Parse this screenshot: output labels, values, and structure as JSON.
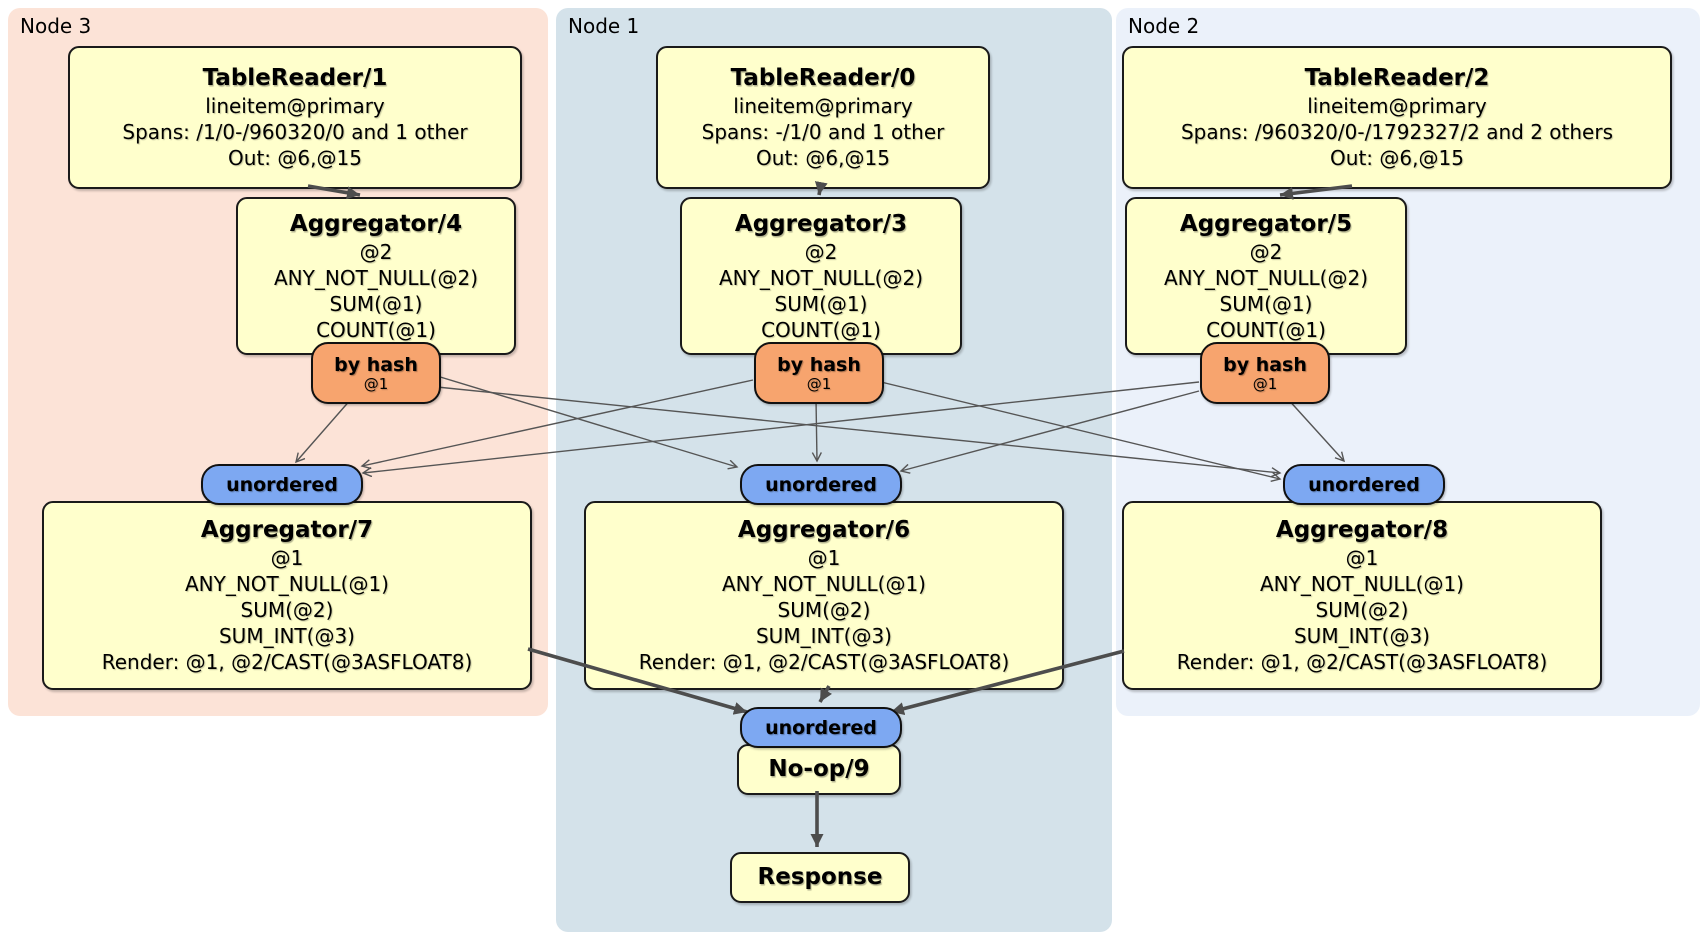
{
  "regions": {
    "node3": {
      "label": "Node 3"
    },
    "node1": {
      "label": "Node 1"
    },
    "node2": {
      "label": "Node 2"
    }
  },
  "processors": {
    "tablereader1": {
      "title": "TableReader/1",
      "lines": [
        "lineitem@primary",
        "Spans: /1/0-/960320/0 and 1 other",
        "Out: @6,@15"
      ]
    },
    "tablereader0": {
      "title": "TableReader/0",
      "lines": [
        "lineitem@primary",
        "Spans: -/1/0 and 1 other",
        "Out: @6,@15"
      ]
    },
    "tablereader2": {
      "title": "TableReader/2",
      "lines": [
        "lineitem@primary",
        "Spans: /960320/0-/1792327/2 and 2 others",
        "Out: @6,@15"
      ]
    },
    "aggregator4": {
      "title": "Aggregator/4",
      "lines": [
        "@2",
        "ANY_NOT_NULL(@2)",
        "SUM(@1)",
        "COUNT(@1)"
      ]
    },
    "aggregator3": {
      "title": "Aggregator/3",
      "lines": [
        "@2",
        "ANY_NOT_NULL(@2)",
        "SUM(@1)",
        "COUNT(@1)"
      ]
    },
    "aggregator5": {
      "title": "Aggregator/5",
      "lines": [
        "@2",
        "ANY_NOT_NULL(@2)",
        "SUM(@1)",
        "COUNT(@1)"
      ]
    },
    "aggregator7": {
      "title": "Aggregator/7",
      "lines": [
        "@1",
        "ANY_NOT_NULL(@1)",
        "SUM(@2)",
        "SUM_INT(@3)",
        "Render: @1, @2/CAST(@3ASFLOAT8)"
      ]
    },
    "aggregator6": {
      "title": "Aggregator/6",
      "lines": [
        "@1",
        "ANY_NOT_NULL(@1)",
        "SUM(@2)",
        "SUM_INT(@3)",
        "Render: @1, @2/CAST(@3ASFLOAT8)"
      ]
    },
    "aggregator8": {
      "title": "Aggregator/8",
      "lines": [
        "@1",
        "ANY_NOT_NULL(@1)",
        "SUM(@2)",
        "SUM_INT(@3)",
        "Render: @1, @2/CAST(@3ASFLOAT8)"
      ]
    },
    "noop9": {
      "title": "No-op/9"
    },
    "response": {
      "title": "Response"
    }
  },
  "routers": {
    "byhash4": {
      "label": "by hash",
      "detail": "@1"
    },
    "byhash3": {
      "label": "by hash",
      "detail": "@1"
    },
    "byhash5": {
      "label": "by hash",
      "detail": "@1"
    }
  },
  "streams": {
    "unordered7": {
      "label": "unordered"
    },
    "unordered6": {
      "label": "unordered"
    },
    "unordered8": {
      "label": "unordered"
    },
    "unordered9": {
      "label": "unordered"
    }
  },
  "colors": {
    "node3_bg": "#fce3d7",
    "node1_bg": "#d4e2ea",
    "node2_bg": "#ebf1fa",
    "processor_bg": "#ffffcc",
    "hash_router_bg": "#f7a46e",
    "stream_bg": "#7da8f2",
    "edge": "#4d4d4d"
  }
}
